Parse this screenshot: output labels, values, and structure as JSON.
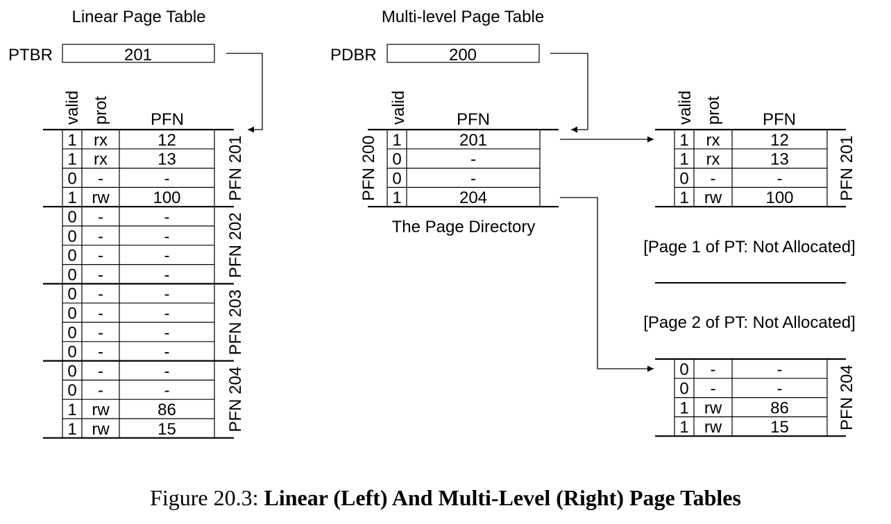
{
  "linear": {
    "title": "Linear Page Table",
    "register_label": "PTBR",
    "register_value": "201",
    "headers": {
      "valid": "valid",
      "prot": "prot",
      "pfn": "PFN"
    },
    "pages": [
      {
        "label": "PFN 201",
        "rows": [
          [
            "1",
            "rx",
            "12"
          ],
          [
            "1",
            "rx",
            "13"
          ],
          [
            "0",
            "-",
            "-"
          ],
          [
            "1",
            "rw",
            "100"
          ]
        ]
      },
      {
        "label": "PFN 202",
        "rows": [
          [
            "0",
            "-",
            "-"
          ],
          [
            "0",
            "-",
            "-"
          ],
          [
            "0",
            "-",
            "-"
          ],
          [
            "0",
            "-",
            "-"
          ]
        ]
      },
      {
        "label": "PFN 203",
        "rows": [
          [
            "0",
            "-",
            "-"
          ],
          [
            "0",
            "-",
            "-"
          ],
          [
            "0",
            "-",
            "-"
          ],
          [
            "0",
            "-",
            "-"
          ]
        ]
      },
      {
        "label": "PFN 204",
        "rows": [
          [
            "0",
            "-",
            "-"
          ],
          [
            "0",
            "-",
            "-"
          ],
          [
            "1",
            "rw",
            "86"
          ],
          [
            "1",
            "rw",
            "15"
          ]
        ]
      }
    ]
  },
  "multilevel": {
    "title": "Multi-level Page Table",
    "register_label": "PDBR",
    "register_value": "200",
    "directory": {
      "headers": {
        "valid": "valid",
        "pfn": "PFN"
      },
      "side_label": "PFN 200",
      "caption": "The Page Directory",
      "rows": [
        [
          "1",
          "201"
        ],
        [
          "0",
          "-"
        ],
        [
          "0",
          "-"
        ],
        [
          "1",
          "204"
        ]
      ]
    },
    "page_201": {
      "headers": {
        "valid": "valid",
        "prot": "prot",
        "pfn": "PFN"
      },
      "label": "PFN 201",
      "rows": [
        [
          "1",
          "rx",
          "12"
        ],
        [
          "1",
          "rx",
          "13"
        ],
        [
          "0",
          "-",
          "-"
        ],
        [
          "1",
          "rw",
          "100"
        ]
      ]
    },
    "note_page1": "[Page 1 of PT: Not Allocated]",
    "note_page2": "[Page 2 of PT: Not Allocated]",
    "page_204": {
      "label": "PFN 204",
      "rows": [
        [
          "0",
          "-",
          "-"
        ],
        [
          "0",
          "-",
          "-"
        ],
        [
          "1",
          "rw",
          "86"
        ],
        [
          "1",
          "rw",
          "15"
        ]
      ]
    }
  },
  "caption": {
    "prefix": "Figure 20.3: ",
    "title": "Linear (Left) And Multi-Level (Right) Page Tables"
  }
}
